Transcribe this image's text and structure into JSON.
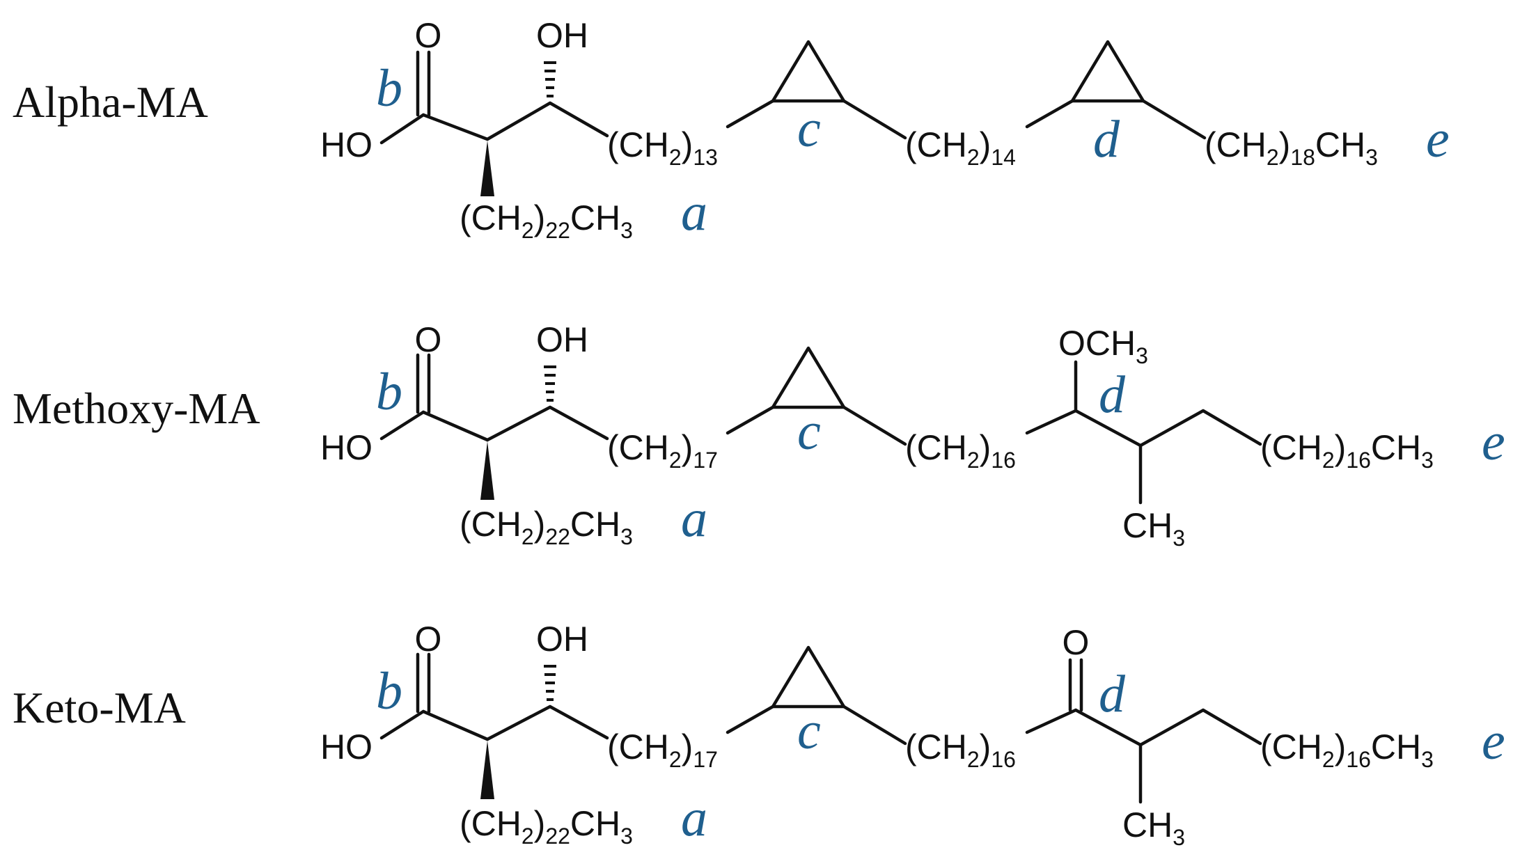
{
  "molecules": [
    {
      "name": "Alpha-MA",
      "ho": "HO",
      "oh": "OH",
      "carbonyl_o": "O",
      "chain_a": {
        "pre": "(CH",
        "s1": "2",
        "mid": ")",
        "s2": "22",
        "post": "CH",
        "s3": "3"
      },
      "link1": {
        "pre": "(CH",
        "s1": "2",
        "mid": ")",
        "s2": "13"
      },
      "link2": {
        "pre": "(CH",
        "s1": "2",
        "mid": ")",
        "s2": "14"
      },
      "tail": {
        "pre": "(CH",
        "s1": "2",
        "mid": ")",
        "s2": "18",
        "post": "CH",
        "s3": "3"
      },
      "tags": {
        "a": "a",
        "b": "b",
        "c": "c",
        "d": "d",
        "e": "e"
      }
    },
    {
      "name": "Methoxy-MA",
      "ho": "HO",
      "oh": "OH",
      "carbonyl_o": "O",
      "chain_a": {
        "pre": "(CH",
        "s1": "2",
        "mid": ")",
        "s2": "22",
        "post": "CH",
        "s3": "3"
      },
      "link1": {
        "pre": "(CH",
        "s1": "2",
        "mid": ")",
        "s2": "17"
      },
      "link2": {
        "pre": "(CH",
        "s1": "2",
        "mid": ")",
        "s2": "16"
      },
      "d_top": {
        "pre": "OCH",
        "s1": "3"
      },
      "d_methyl": {
        "pre": "CH",
        "s1": "3"
      },
      "tail": {
        "pre": "(CH",
        "s1": "2",
        "mid": ")",
        "s2": "16",
        "post": "CH",
        "s3": "3"
      },
      "tags": {
        "a": "a",
        "b": "b",
        "c": "c",
        "d": "d",
        "e": "e"
      }
    },
    {
      "name": "Keto-MA",
      "ho": "HO",
      "oh": "OH",
      "carbonyl_o": "O",
      "chain_a": {
        "pre": "(CH",
        "s1": "2",
        "mid": ")",
        "s2": "22",
        "post": "CH",
        "s3": "3"
      },
      "link1": {
        "pre": "(CH",
        "s1": "2",
        "mid": ")",
        "s2": "17"
      },
      "link2": {
        "pre": "(CH",
        "s1": "2",
        "mid": ")",
        "s2": "16"
      },
      "d_top": {
        "pre": "O"
      },
      "d_methyl": {
        "pre": "CH",
        "s1": "3"
      },
      "tail": {
        "pre": "(CH",
        "s1": "2",
        "mid": ")",
        "s2": "16",
        "post": "CH",
        "s3": "3"
      },
      "tags": {
        "a": "a",
        "b": "b",
        "c": "c",
        "d": "d",
        "e": "e"
      }
    }
  ],
  "colors": {
    "bond": "#111111",
    "tag": "#1f5f8e",
    "text": "#111111"
  }
}
